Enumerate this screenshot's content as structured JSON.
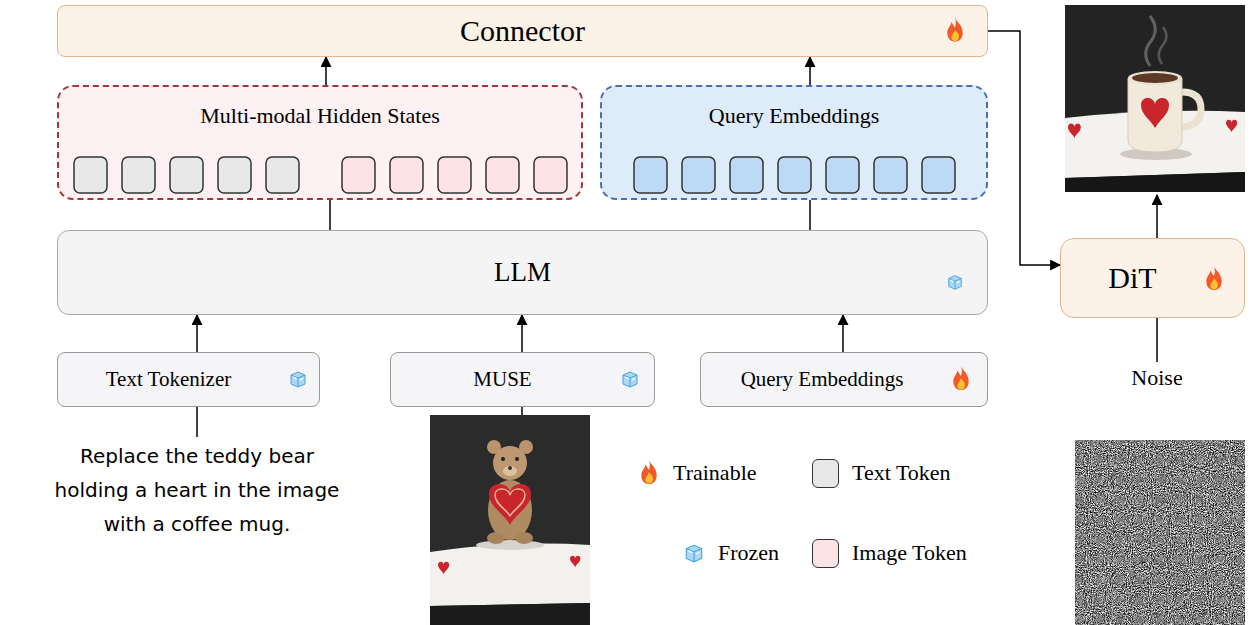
{
  "diagram": {
    "nodes": [
      {
        "text": [
          "Connector"
        ]
      },
      {
        "text": [
          "Multi-modal Hidden States"
        ]
      },
      {
        "text": [
          "Query Embeddings"
        ]
      },
      {
        "text": [
          "LLM"
        ]
      },
      {
        "text": [
          "Text Tokenizer"
        ]
      },
      {
        "text": [
          "MUSE"
        ]
      },
      {
        "text": [
          "Query Embeddings"
        ]
      },
      {
        "text": [
          "DiT"
        ]
      }
    ],
    "edges": [
      {
        "from": 4,
        "to": 3,
        "arrow": "to"
      },
      {
        "from": 5,
        "to": 3,
        "arrow": "to"
      },
      {
        "from": 6,
        "to": 3,
        "arrow": "to"
      },
      {
        "from": 3,
        "to": 1,
        "arrow": "none"
      },
      {
        "from": 3,
        "to": 2,
        "arrow": "none"
      },
      {
        "from": 1,
        "to": 0,
        "arrow": "to"
      },
      {
        "from": 2,
        "to": 0,
        "arrow": "to"
      },
      {
        "from": 0,
        "to": 7,
        "arrow": "to"
      }
    ],
    "labels": [
      "Replace the teddy bear holding a heart in the image with a coffee mug.",
      "Noise"
    ],
    "legend": [
      {
        "text": "Trainable"
      },
      {
        "text": "Text Token",
        "color": "#e8e8e8"
      },
      {
        "text": "Frozen"
      },
      {
        "text": "Image Token",
        "color": "#fde2e6"
      }
    ]
  }
}
